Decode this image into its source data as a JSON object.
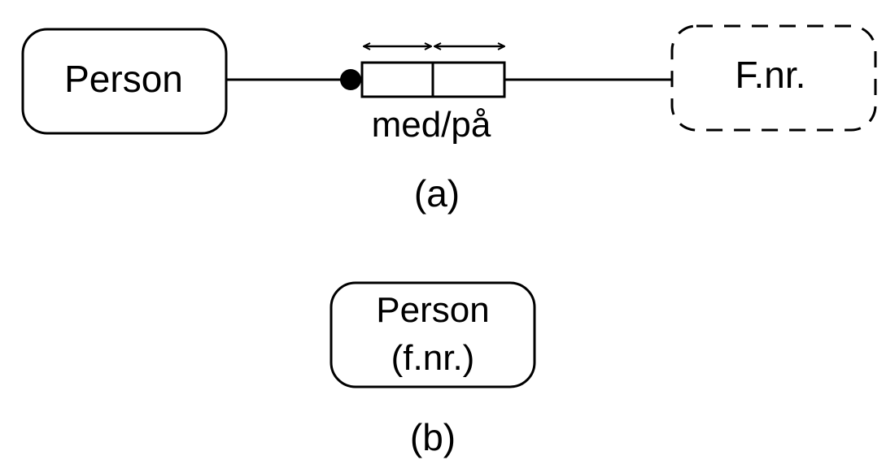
{
  "part_a": {
    "caption": "(a)",
    "entity": {
      "label": "Person"
    },
    "value_type": {
      "label": "F.nr."
    },
    "fact_type": {
      "reading": "med/på"
    }
  },
  "part_b": {
    "caption": "(b)",
    "entity": {
      "label_line1": "Person",
      "label_line2": "(f.nr.)"
    }
  }
}
